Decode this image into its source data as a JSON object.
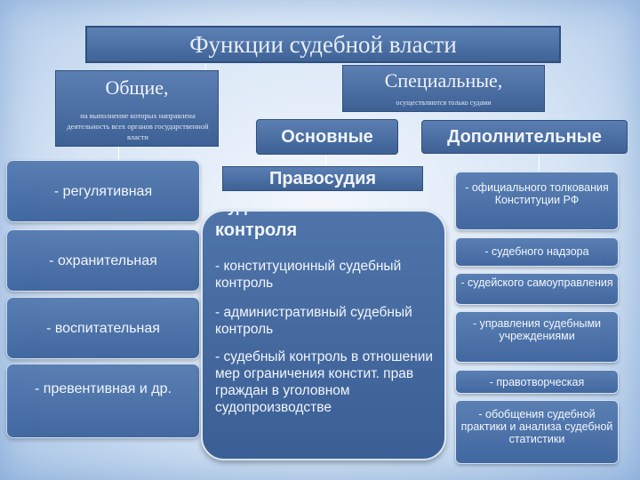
{
  "title": "Функции судебной власти",
  "general": {
    "title": "Общие,",
    "subtitle": "на выполнение которых направлена деятельность всех органов государственной власти"
  },
  "special": {
    "title": "Специальные,",
    "subtitle": "осуществляются только судами"
  },
  "basic_label": "Основные",
  "additional_label": "Дополнительные",
  "general_items": [
    "- регулятивная",
    "- охранительная",
    "- воспитательная",
    "- превентивная и др."
  ],
  "justice_label": "Правосудия",
  "control": {
    "ghost": "Судебного",
    "heading": "контроля",
    "items": [
      "- конституционный судебный контроль",
      "- административный судебный контроль",
      "- судебный контроль в отношении мер ограничения констит. прав граждан в уголовном судопроизводстве"
    ]
  },
  "additional_items": [
    "- официального толкования Конституции РФ",
    "- судебного надзора",
    "- судейского самоуправления",
    "- управления судебными учреждениями",
    "- правотворческая",
    "- обобщения судебной практики и анализа судебной статистики"
  ],
  "colors": {
    "box_dark": "#4268a0",
    "box_border": "#2f4f7d",
    "text_light": "#f2f6fb",
    "background": "#d7e5f5"
  }
}
